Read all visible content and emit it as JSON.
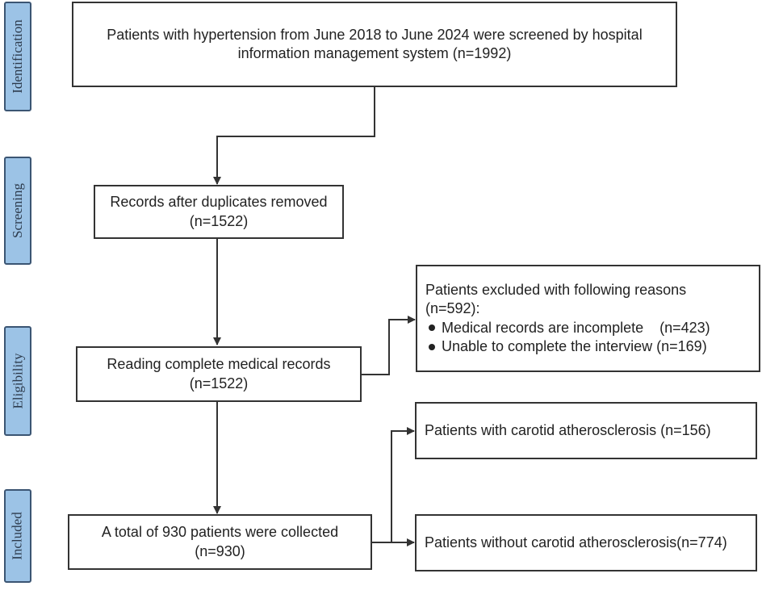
{
  "stages": {
    "identification": "Identification",
    "screening": "Screening",
    "eligibility": "Eligibility",
    "included": "Included"
  },
  "boxes": {
    "identification": {
      "line1": "Patients with hypertension from June 2018 to June 2024 were screened by hospital",
      "line2": "information management system (n=1992)"
    },
    "screening": {
      "line1": "Records after duplicates removed",
      "line2": "(n=1522)"
    },
    "eligibility": {
      "line1": "Reading  complete medical records",
      "line2": "(n=1522)"
    },
    "excluded": {
      "line1": "Patients excluded with following reasons",
      "line2": "(n=592):",
      "reason1": "Medical records are incomplete    (n=423)",
      "reason2": "Unable to complete the interview (n=169)"
    },
    "included": {
      "line1": "A total of 930 patients  were collected",
      "line2": "(n=930)"
    },
    "with_ca": {
      "line1": "Patients with carotid atherosclerosis (n=156)"
    },
    "without_ca": {
      "line1": "Patients without carotid atherosclerosis(n=774)"
    }
  },
  "colors": {
    "stage_fill": "#9cc3e6",
    "stage_border": "#3b5573",
    "line": "#333333"
  }
}
